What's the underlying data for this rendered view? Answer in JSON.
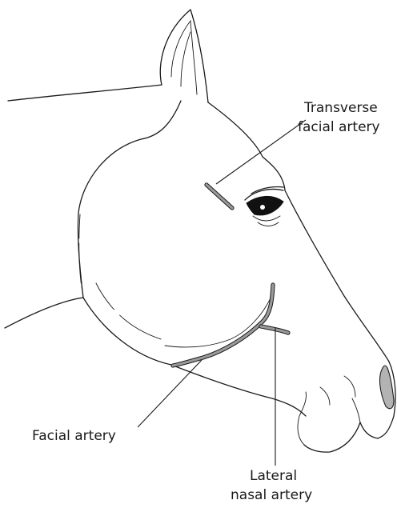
{
  "labels": {
    "transverse_line1": "Transverse",
    "transverse_line2": "facial artery",
    "facial": "Facial artery",
    "lateral_line1": "Lateral",
    "lateral_line2": "nasal artery"
  },
  "colors": {
    "outline": "#1a1a1a",
    "artery": "#9a9a9a",
    "background": "#ffffff"
  }
}
